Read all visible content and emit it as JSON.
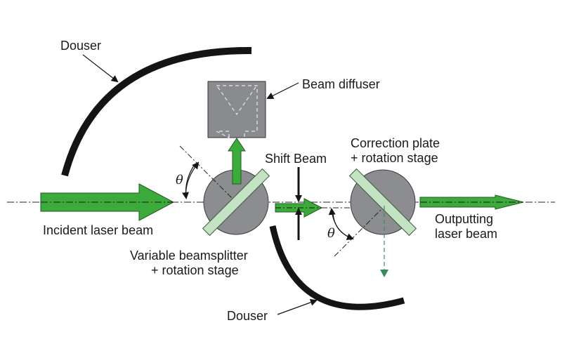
{
  "title": "Variable beamsplitter beam-shift setup",
  "colors": {
    "beam_green": "#3cab3c",
    "beam_outline": "#1f5c1f",
    "plate_green": "#c3e3c3",
    "stage_gray": "#8c8d91",
    "diffuser_gray": "#8a8b8f",
    "douser_black": "#141414",
    "reflected_dash": "#3a8a5f"
  },
  "labels": {
    "douser_top": "Douser",
    "douser_bottom": "Douser",
    "beam_diffuser": "Beam diffuser",
    "shift_beam": "Shift Beam",
    "correction_plate_line1": "Correction plate",
    "correction_plate_line2": "+ rotation stage",
    "incident_beam": "Incident laser beam",
    "beamsplitter_line1": "Variable beamsplitter",
    "beamsplitter_line2": "+ rotation stage",
    "output_line1": "Outputting",
    "output_line2": "laser beam",
    "angle_symbol_1": "θ",
    "angle_symbol_2": "θ"
  }
}
